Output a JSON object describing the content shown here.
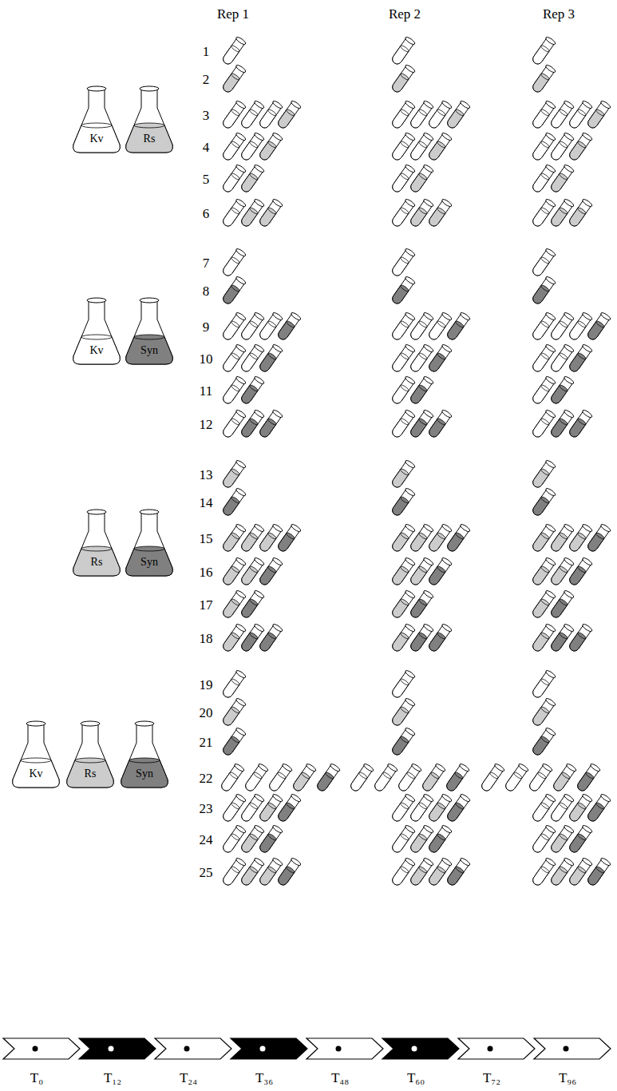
{
  "diagram": {
    "nodes": [
      {
        "text": [
          "Kv"
        ]
      },
      {
        "text": [
          "Rs"
        ]
      },
      {
        "text": [
          "Kv"
        ]
      },
      {
        "text": [
          "Syn"
        ]
      },
      {
        "text": [
          "Rs"
        ]
      },
      {
        "text": [
          "Syn"
        ]
      },
      {
        "text": [
          "Kv"
        ]
      },
      {
        "text": [
          "Rs"
        ]
      },
      {
        "text": [
          "Syn"
        ]
      }
    ],
    "labels": [
      "Rep 1",
      "Rep 2",
      "Rep 3",
      "1",
      "2",
      "3",
      "4",
      "5",
      "6",
      "7",
      "8",
      "9",
      "10",
      "11",
      "12",
      "13",
      "14",
      "15",
      "16",
      "17",
      "18",
      "19",
      "20",
      "21",
      "22",
      "23",
      "24",
      "25",
      "T₀",
      "T₁₂",
      "T₂₄",
      "T₃₆",
      "T₄₈",
      "T₆₀",
      "T₇₂",
      "T₉₆"
    ]
  }
}
